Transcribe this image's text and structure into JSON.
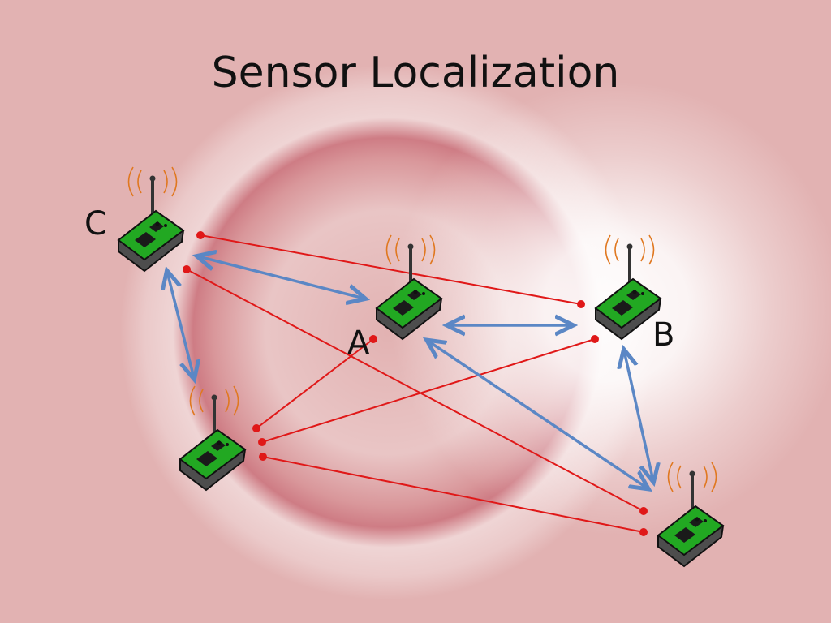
{
  "title": "Sensor Localization",
  "nodes": [
    {
      "id": "C",
      "label": "C"
    },
    {
      "id": "A",
      "label": "A"
    },
    {
      "id": "B",
      "label": "B"
    },
    {
      "id": "D",
      "label": ""
    },
    {
      "id": "E",
      "label": ""
    }
  ],
  "colors": {
    "range_line": "#e01818",
    "link_arrow": "#5b87c5",
    "sensor_board": "#22a822",
    "sensor_base": "#555555",
    "signal_waves": "#e07820"
  }
}
